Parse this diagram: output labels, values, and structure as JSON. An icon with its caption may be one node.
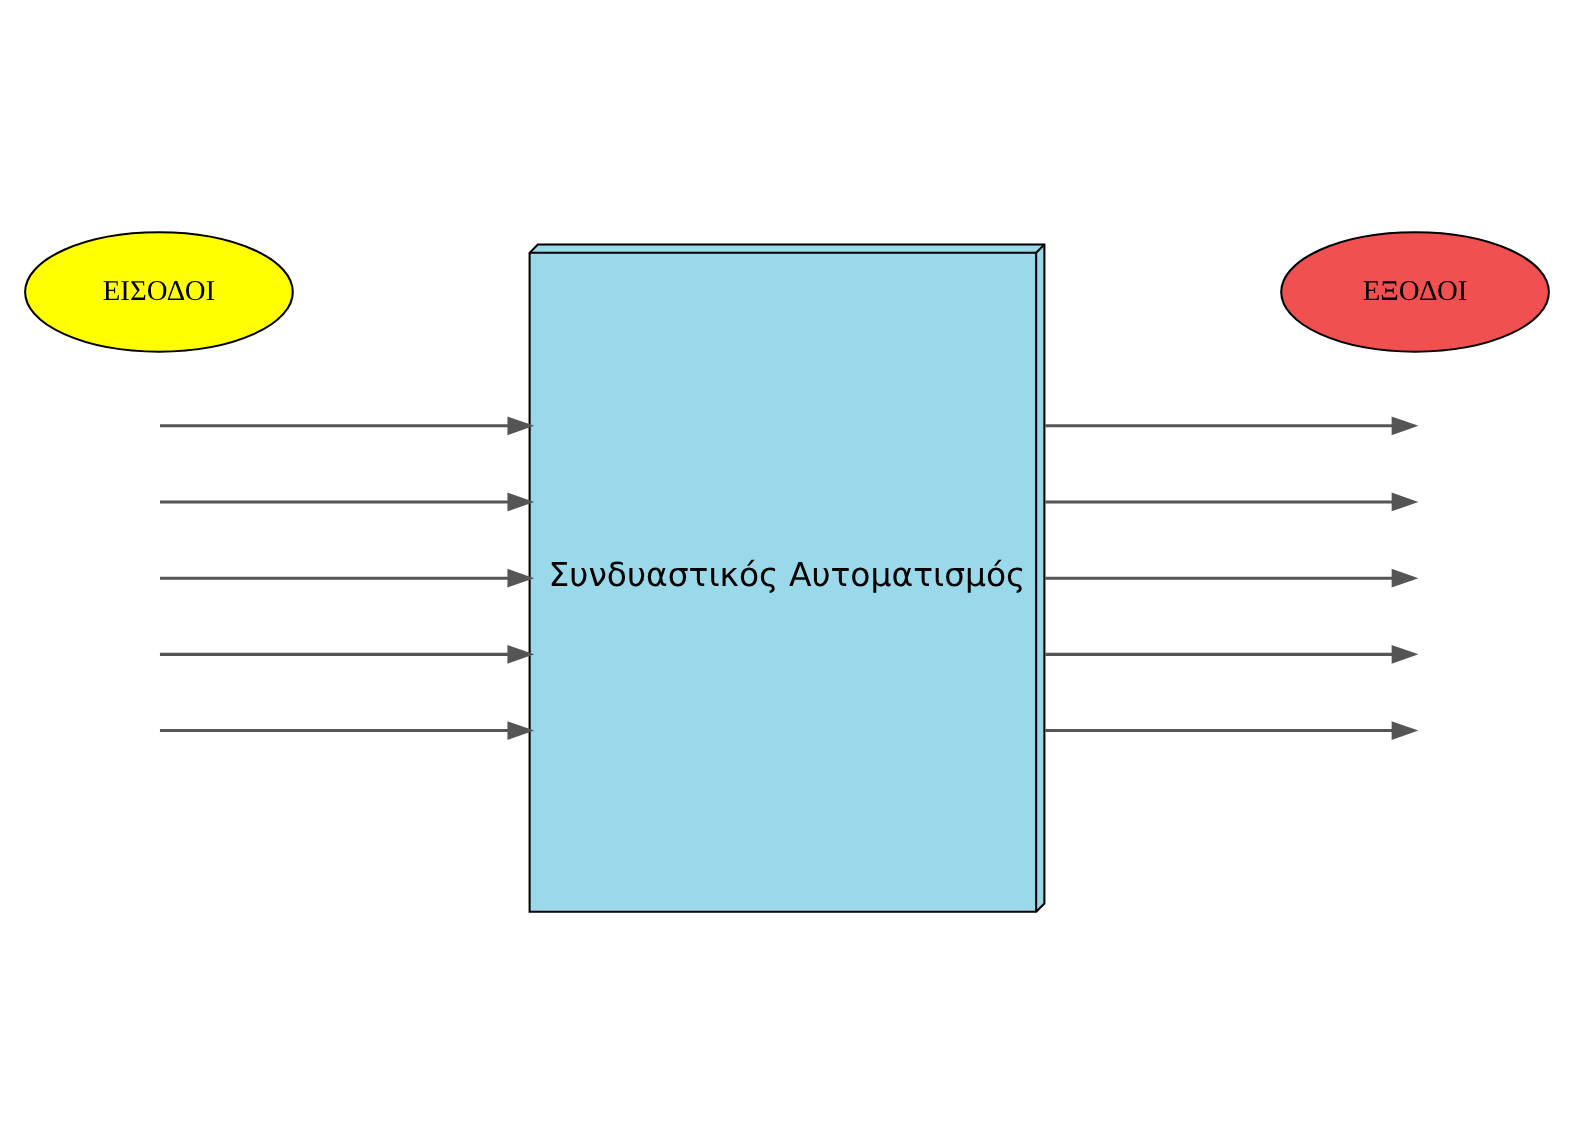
{
  "diagram": {
    "nodes": [
      {
        "text": [
          "ΕΙΣΟΔΟΙ"
        ]
      },
      {
        "text": [
          "ΕΞΟΔΟΙ"
        ]
      },
      {
        "text": [
          "Συνδυαστικός Αυτοματισμός"
        ]
      }
    ],
    "edges": [
      {
        "from": null,
        "to": 2,
        "arrow": "to"
      },
      {
        "from": null,
        "to": 2,
        "arrow": "to"
      },
      {
        "from": null,
        "to": 2,
        "arrow": "to"
      },
      {
        "from": null,
        "to": 2,
        "arrow": "to"
      },
      {
        "from": null,
        "to": 2,
        "arrow": "to"
      },
      {
        "from": 2,
        "to": null,
        "arrow": "to"
      },
      {
        "from": 2,
        "to": null,
        "arrow": "to"
      },
      {
        "from": 2,
        "to": null,
        "arrow": "to"
      },
      {
        "from": 2,
        "to": null,
        "arrow": "to"
      },
      {
        "from": 2,
        "to": null,
        "arrow": "to"
      }
    ]
  }
}
